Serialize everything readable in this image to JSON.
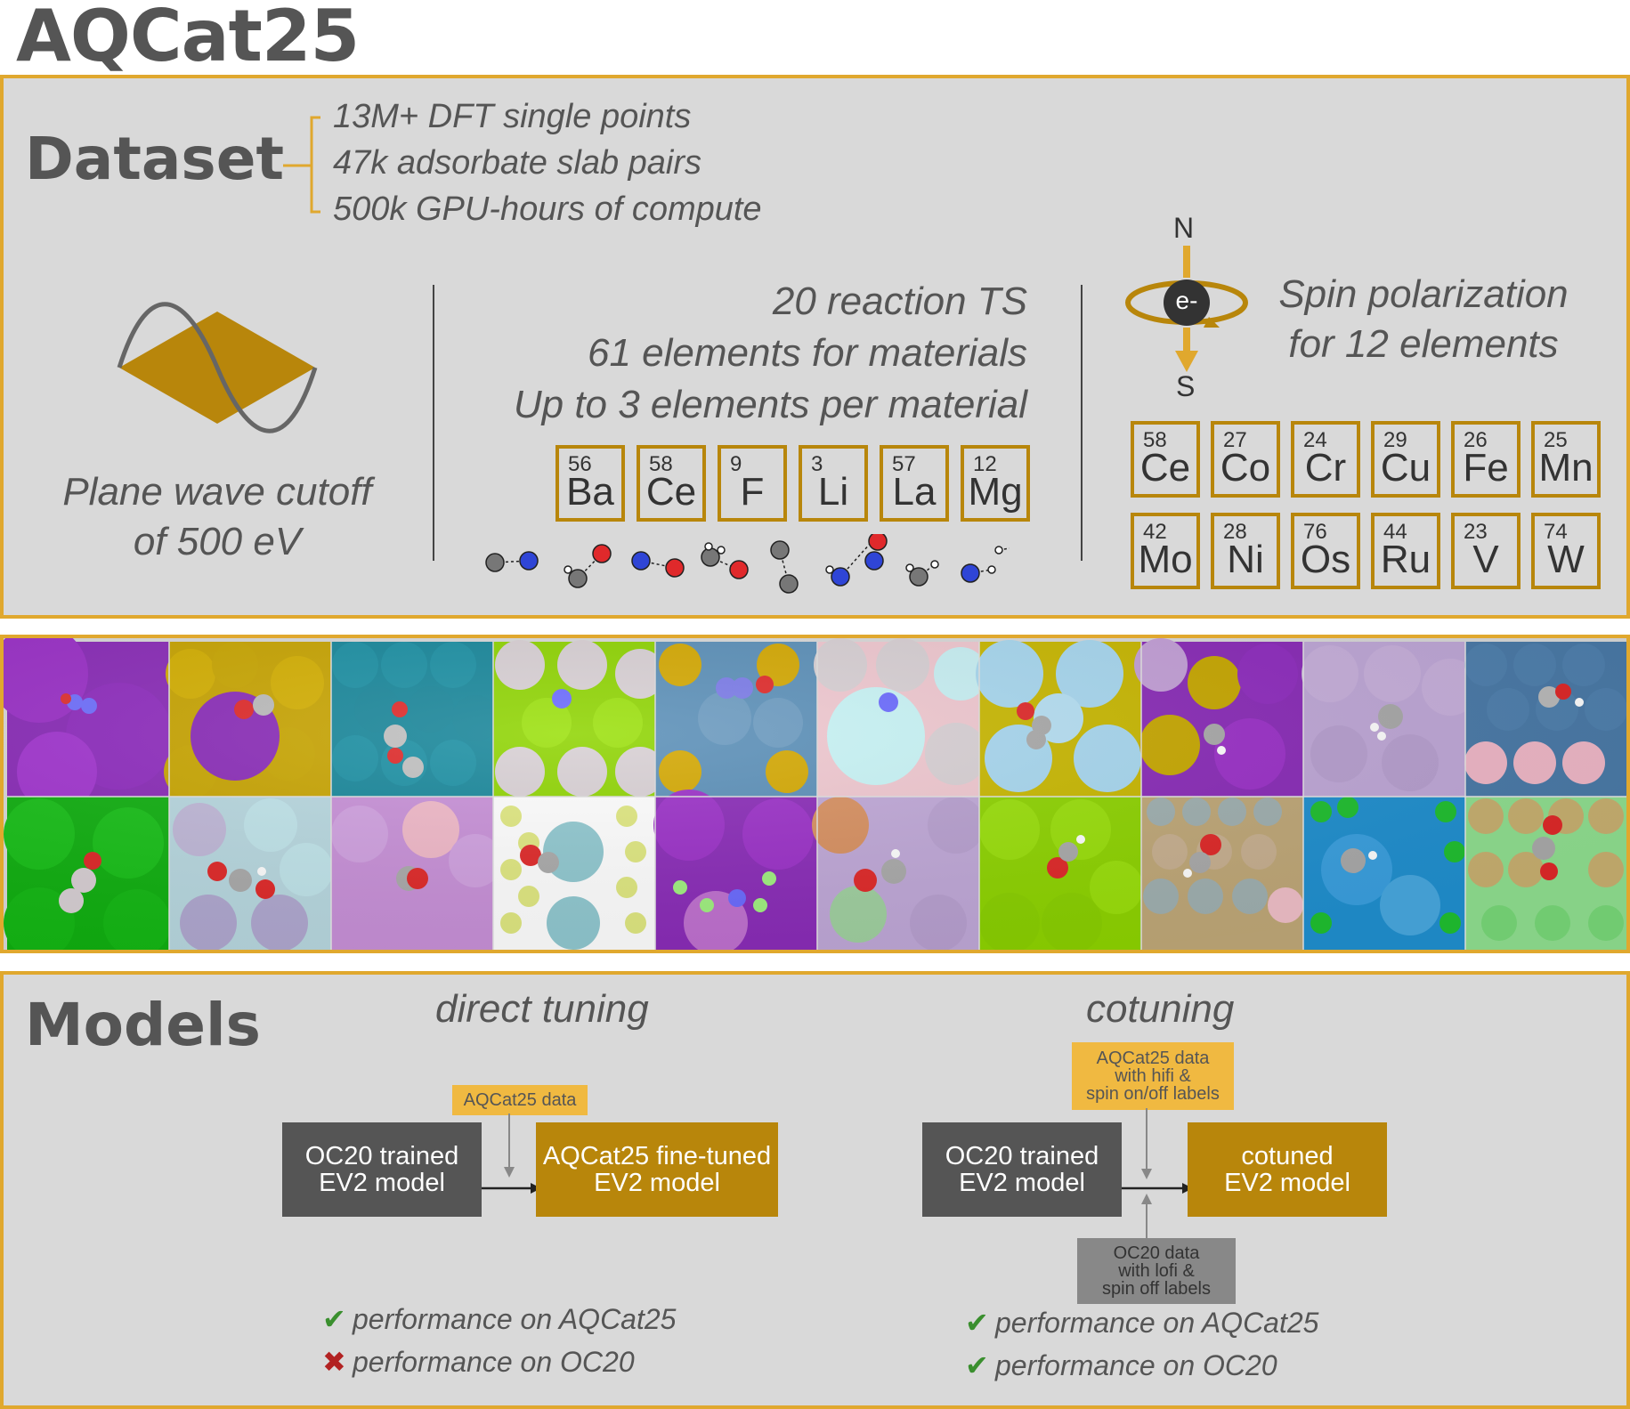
{
  "title": "AQCat25",
  "dataset": {
    "heading": "Dataset",
    "bullets": [
      "13M+ DFT single points",
      "47k adsorbate slab pairs",
      "500k GPU-hours of compute"
    ],
    "plane_wave": [
      "Plane wave cutoff",
      "of 500 eV"
    ],
    "reaction": [
      "20 reaction TS",
      "61 elements for materials",
      "Up to 3 elements per material"
    ],
    "material_elements": [
      {
        "num": "56",
        "sym": "Ba"
      },
      {
        "num": "58",
        "sym": "Ce"
      },
      {
        "num": "9",
        "sym": "F"
      },
      {
        "num": "3",
        "sym": "Li"
      },
      {
        "num": "57",
        "sym": "La"
      },
      {
        "num": "12",
        "sym": "Mg"
      }
    ],
    "spin": {
      "north": "N",
      "south": "S",
      "electron": "e-",
      "text": [
        "Spin polarization",
        "for 12 elements"
      ]
    },
    "spin_elements": [
      {
        "num": "58",
        "sym": "Ce"
      },
      {
        "num": "27",
        "sym": "Co"
      },
      {
        "num": "24",
        "sym": "Cr"
      },
      {
        "num": "29",
        "sym": "Cu"
      },
      {
        "num": "26",
        "sym": "Fe"
      },
      {
        "num": "25",
        "sym": "Mn"
      },
      {
        "num": "42",
        "sym": "Mo"
      },
      {
        "num": "28",
        "sym": "Ni"
      },
      {
        "num": "76",
        "sym": "Os"
      },
      {
        "num": "44",
        "sym": "Ru"
      },
      {
        "num": "23",
        "sym": "V"
      },
      {
        "num": "74",
        "sym": "W"
      }
    ]
  },
  "models": {
    "heading": "Models",
    "direct": {
      "title": "direct tuning",
      "tag": "AQCat25 data",
      "from_box": [
        "OC20 trained",
        "EV2 model"
      ],
      "to_box": [
        "AQCat25 fine-tuned",
        "EV2 model"
      ],
      "perf": [
        {
          "mark": "check",
          "text": "performance on AQCat25"
        },
        {
          "mark": "cross",
          "text": "performance on OC20"
        }
      ]
    },
    "cotuning": {
      "title": "cotuning",
      "tag_top": [
        "AQCat25 data",
        "with hifi &",
        "spin on/off labels"
      ],
      "tag_bottom": [
        "OC20 data",
        "with lofi &",
        "spin off labels"
      ],
      "from_box": [
        "OC20 trained",
        "EV2 model"
      ],
      "to_box": [
        "cotuned",
        "EV2 model"
      ],
      "perf": [
        {
          "mark": "check",
          "text": "performance on AQCat25"
        },
        {
          "mark": "check",
          "text": "performance on OC20"
        }
      ]
    }
  },
  "colors": {
    "accent_gold": "#e0a82e",
    "dark_gold": "#b8860b",
    "panel_gray": "#d9d9d9",
    "text_gray": "#555555",
    "check_green": "#3a8f2e",
    "cross_red": "#b22222"
  }
}
